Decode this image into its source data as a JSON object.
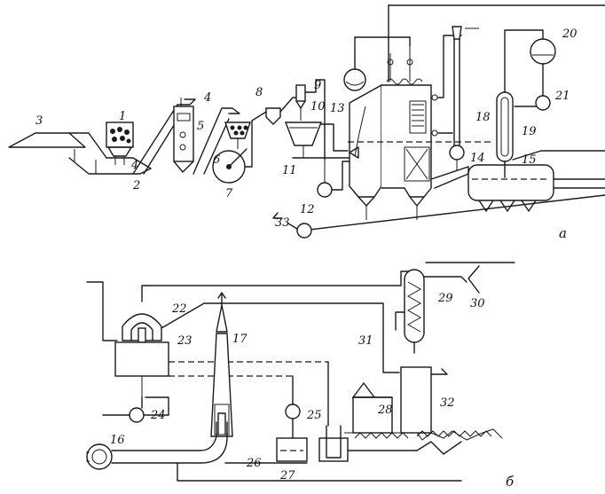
{
  "scheme_a": {
    "sub_label": "а",
    "numbers": [
      "1",
      "2",
      "3",
      "4",
      "4",
      "5",
      "6",
      "7",
      "8",
      "9",
      "10",
      "11",
      "12",
      "13",
      "14",
      "15",
      "18",
      "19",
      "20",
      "21",
      "33"
    ]
  },
  "scheme_b": {
    "sub_label": "б",
    "numbers": [
      "16",
      "17",
      "22",
      "23",
      "24",
      "25",
      "26",
      "27",
      "28",
      "29",
      "30",
      "31",
      "32"
    ]
  }
}
